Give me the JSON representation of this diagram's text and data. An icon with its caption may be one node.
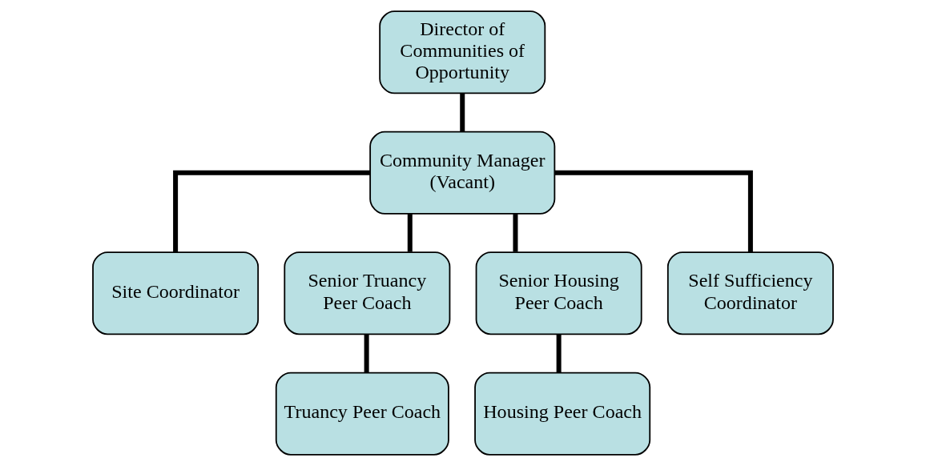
{
  "diagram": {
    "nodes": [
      {
        "text": [
          "Director of Communities of Opportunity"
        ]
      },
      {
        "text": [
          "Community Manager (Vacant)"
        ]
      },
      {
        "text": [
          "Site Coordinator"
        ]
      },
      {
        "text": [
          "Senior Truancy Peer Coach"
        ]
      },
      {
        "text": [
          "Senior Housing Peer Coach"
        ]
      },
      {
        "text": [
          "Self Sufficiency Coordinator"
        ]
      },
      {
        "text": [
          "Truancy Peer Coach"
        ]
      },
      {
        "text": [
          "Housing Peer Coach"
        ]
      }
    ],
    "edges": [
      {
        "from": 0,
        "to": 1,
        "arrow": "none"
      },
      {
        "from": 1,
        "to": 2,
        "arrow": "none"
      },
      {
        "from": 1,
        "to": 3,
        "arrow": "none"
      },
      {
        "from": 1,
        "to": 4,
        "arrow": "none"
      },
      {
        "from": 1,
        "to": 5,
        "arrow": "none"
      },
      {
        "from": 3,
        "to": 6,
        "arrow": "none"
      },
      {
        "from": 4,
        "to": 7,
        "arrow": "none"
      }
    ]
  }
}
